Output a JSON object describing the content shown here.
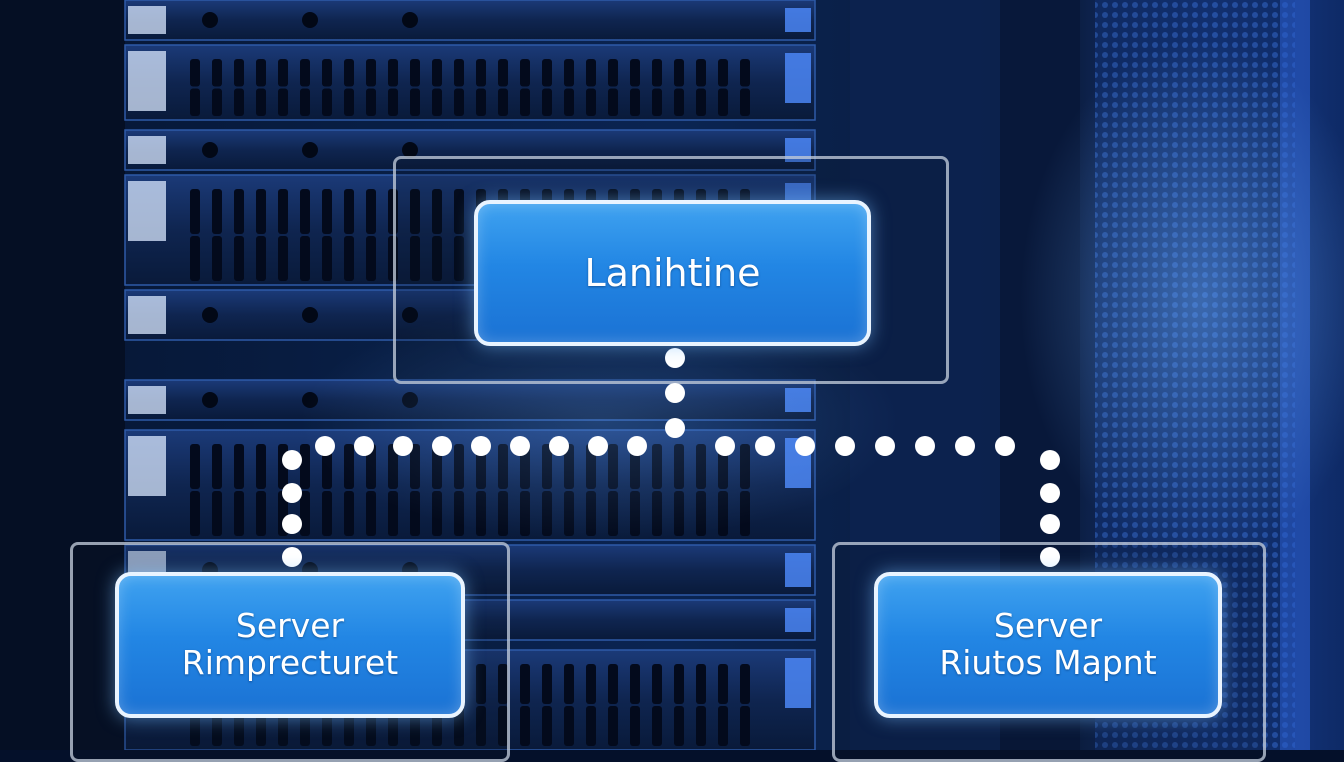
{
  "nodes": {
    "top": {
      "label": "Lanihtine"
    },
    "left": {
      "line1": "Server",
      "line2": "Rimprecturet"
    },
    "right": {
      "line1": "Server",
      "line2": "Riutos Mapnt"
    }
  },
  "colors": {
    "node_fill": "#2286e4",
    "node_border": "#e9f4ff",
    "connector_dots": "#ffffff",
    "frame_border": "#c8d2e1",
    "background": "#04102a"
  }
}
